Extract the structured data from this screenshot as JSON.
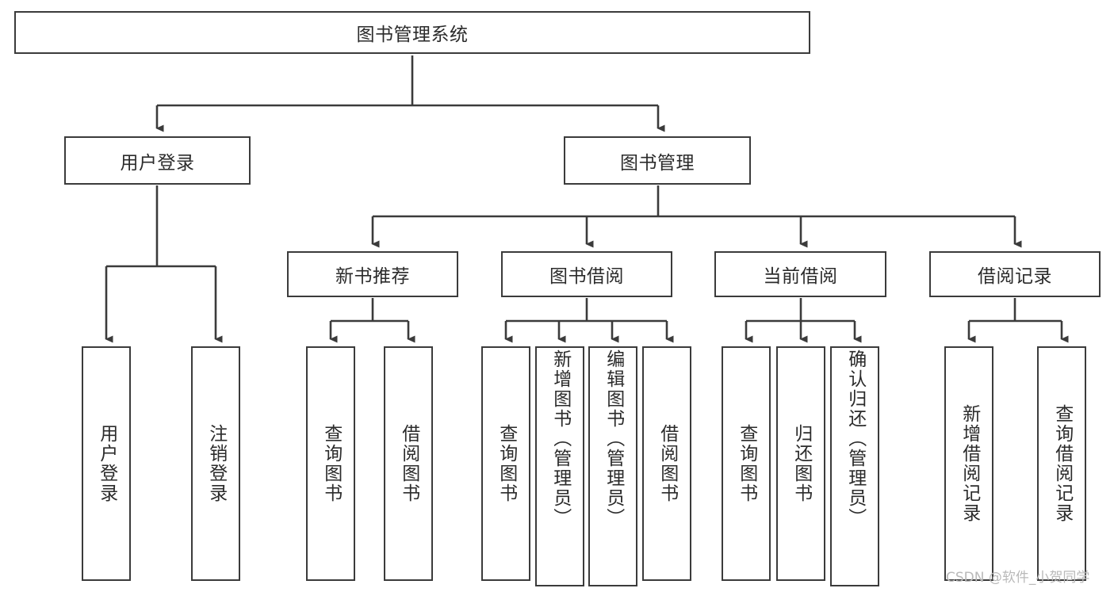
{
  "diagram": {
    "title": "图书管理系统",
    "type": "tree-hierarchy",
    "nodes": {
      "root": {
        "label": "图书管理系统",
        "orientation": "horizontal"
      },
      "l2": [
        {
          "label": "用户登录",
          "orientation": "horizontal"
        },
        {
          "label": "图书管理",
          "orientation": "horizontal"
        }
      ],
      "l3": [
        {
          "label": "新书推荐",
          "orientation": "horizontal"
        },
        {
          "label": "图书借阅",
          "orientation": "horizontal"
        },
        {
          "label": "当前借阅",
          "orientation": "horizontal"
        },
        {
          "label": "借阅记录",
          "orientation": "horizontal"
        }
      ],
      "leaves_user_login": [
        {
          "label": "用户登录",
          "orientation": "vertical"
        },
        {
          "label": "注销登录",
          "orientation": "vertical"
        }
      ],
      "leaves_new_book": [
        {
          "label": "查询图书",
          "orientation": "vertical"
        },
        {
          "label": "借阅图书",
          "orientation": "vertical"
        }
      ],
      "leaves_borrow": [
        {
          "label": "查询图书",
          "orientation": "vertical"
        },
        {
          "label": "新增图书（管理员）",
          "orientation": "vertical"
        },
        {
          "label": "编辑图书（管理员）",
          "orientation": "vertical"
        },
        {
          "label": "借阅图书",
          "orientation": "vertical"
        }
      ],
      "leaves_current": [
        {
          "label": "查询图书",
          "orientation": "vertical"
        },
        {
          "label": "归还图书",
          "orientation": "vertical"
        },
        {
          "label": "确认归还（管理员）",
          "orientation": "vertical"
        }
      ],
      "leaves_records": [
        {
          "label": "新增借阅记录",
          "orientation": "vertical"
        },
        {
          "label": "查询借阅记录",
          "orientation": "vertical"
        }
      ]
    },
    "colors": {
      "stroke": "#3b3b3b",
      "fill": "#ffffff",
      "text": "#2b2b2b",
      "watermark": "#b9b9b9"
    }
  },
  "watermark": {
    "text": "CSDN @软件_小贺同学"
  }
}
